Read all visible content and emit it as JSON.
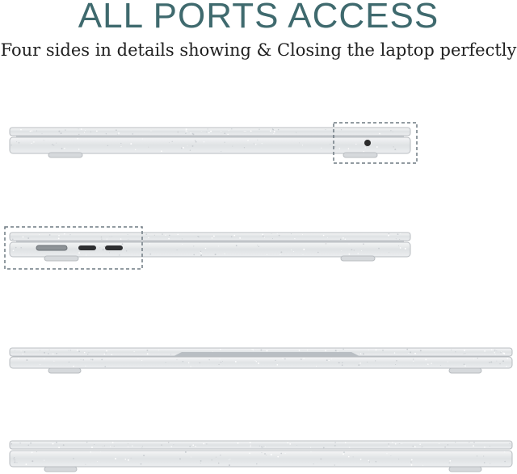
{
  "header": {
    "title": "ALL PORTS ACCESS",
    "subtitle": "Four sides in details showing & Closing the laptop perfectly"
  },
  "colors": {
    "title": "#3f6a6e",
    "case_shell": "#e4e6e8",
    "case_edge": "#b9bdc1",
    "highlight_box": "#6f7a82"
  },
  "views": [
    {
      "name": "right-side-view",
      "ports": [
        "headphone-jack"
      ]
    },
    {
      "name": "left-side-view",
      "ports": [
        "magsafe-port",
        "usb-c-port",
        "usb-c-port"
      ]
    },
    {
      "name": "back-view",
      "ports": []
    },
    {
      "name": "front-view",
      "ports": []
    }
  ]
}
